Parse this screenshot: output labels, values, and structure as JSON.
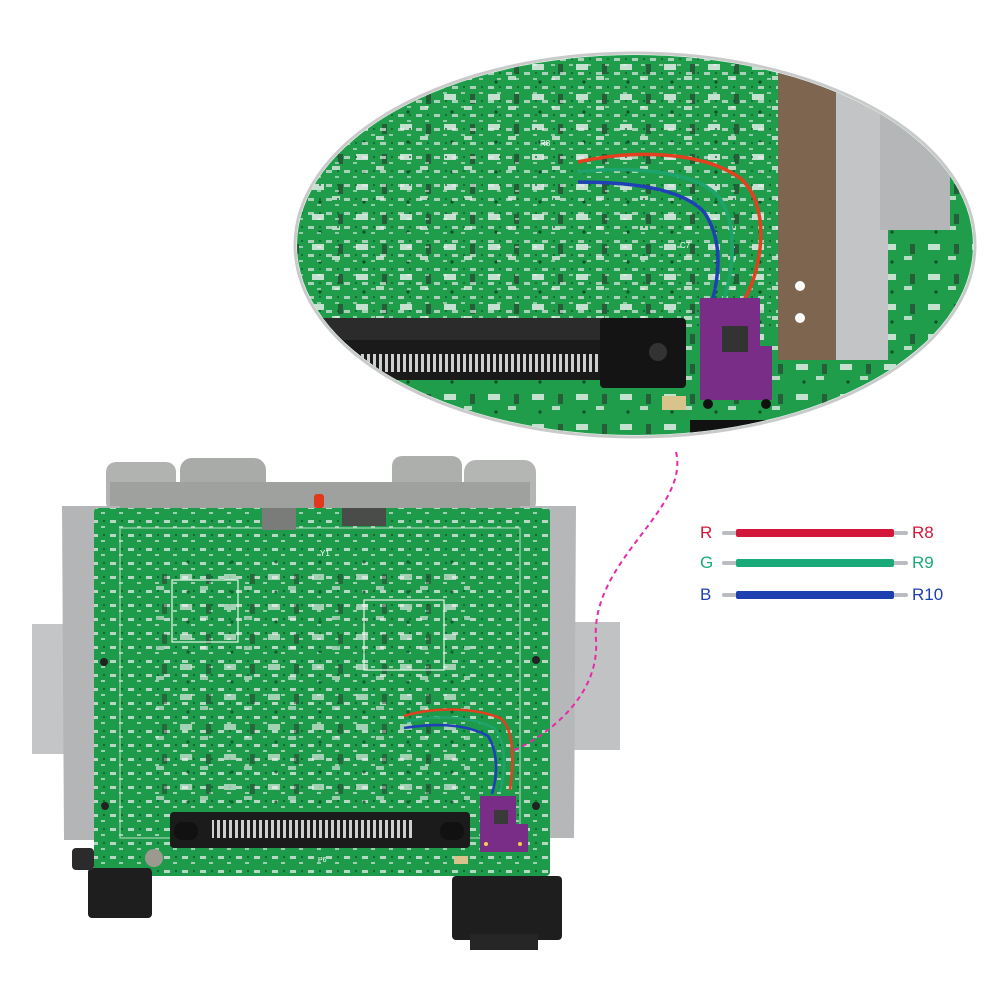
{
  "legend": [
    {
      "signal": "R",
      "pin": "R8",
      "color": "#d2173a"
    },
    {
      "signal": "G",
      "pin": "R9",
      "color": "#1aaa7a"
    },
    {
      "signal": "B",
      "pin": "R10",
      "color": "#1d3fb0"
    }
  ],
  "board_labels": {
    "connector": "P6",
    "mark_a": "Y1",
    "mark_b": "R8",
    "mark_c": "C7"
  },
  "colors": {
    "pcb": "#1d9a4a",
    "pcb_dark": "#157a39",
    "module": "#7a2d86",
    "dash": "#e62aa7",
    "metal": "#b7b9bb",
    "plastic": "#a9aba8"
  }
}
